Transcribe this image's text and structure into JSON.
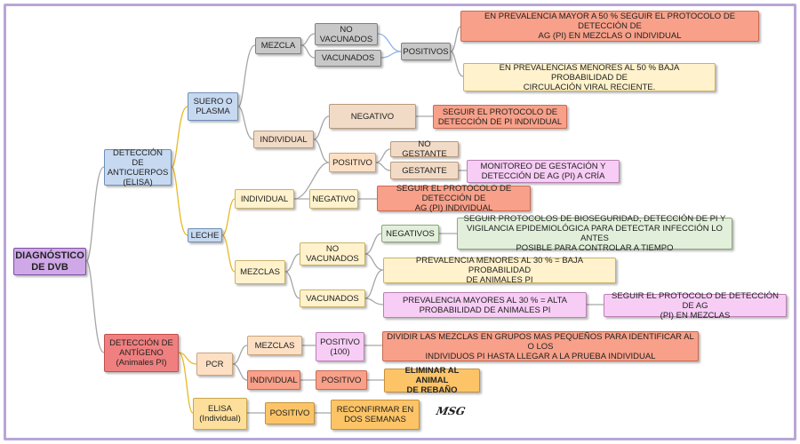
{
  "nodes": {
    "root": "DIAGNÓSTICO\nDE DVB",
    "anticuerpos": "DETECCIÓN DE\nANTICUERPOS\n(ELISA)",
    "antigeno": "DETECCIÓN DE\nANTÍGENO\n(Animales PI)",
    "suero": "SUERO O\nPLASMA",
    "leche": "LECHE",
    "mezcla": "MEZCLA",
    "individual_suero": "INDIVIDUAL",
    "no_vacunados_1": "NO\nVACUNADOS",
    "vacunados_1": "VACUNADOS",
    "positivos_1": "POSITIVOS",
    "protocolo_mezclas": "EN PREVALENCIA MAYOR A 50 % SEGUIR EL PROTOCOLO DE DETECCIÓN DE\nAG (PI) EN MEZCLAS O INDIVIDUAL",
    "prevalencia_menor_50": "EN PREVALENCIAS MENORES AL 50 % BAJA PROBABILIDAD DE\nCIRCULACIÓN VIRAL  RECIENTE.",
    "negativo_1": "NEGATIVO",
    "seguir_pi_individual": "SEGUIR EL PROTOCOLO DE\nDETECCIÓN DE PI INDIVIDUAL",
    "positivo_1": "POSITIVO",
    "no_gestante": "NO GESTANTE",
    "gestante": "GESTANTE",
    "monitoreo": "MONITOREO DE GESTACIÓN Y\nDETECCIÓN DE AG (PI) A CRÍA",
    "individual_leche": "INDIVIDUAL",
    "negativo_2": "NEGATIVO",
    "seguir_ag_individual": "SEGUIR EL PROTOCOLO DE DETECCIÓN DE\nAG (PI) INDIVIDUAL",
    "mezclas_leche": "MEZCLAS",
    "no_vacunados_2": "NO\nVACUNADOS",
    "vacunados_2": "VACUNADOS",
    "negativos_2": "NEGATIVOS",
    "bioseguridad": "SEGUIR PROTOCOLOS DE BIOSEGURIDAD, DETECCIÓN DE PI Y\nVIGILANCIA EPIDEMIOLÓGICA PARA DETECTAR INFECCIÓN LO ANTES\nPOSIBLE PARA CONTROLAR A TIEMPO",
    "prevalencia_menor_30": "PREVALENCIA MENORES AL  30 % = BAJA PROBABILIDAD\nDE ANIMALES PI",
    "prevalencia_mayor_30": "PREVALENCIA MAYORES AL 30 % = ALTA\nPROBABILIDAD DE ANIMALES PI",
    "seguir_ag_mezclas": "SEGUIR EL PROTOCOLO DE DETECCIÓN DE AG\n(PI) EN MEZCLAS",
    "pcr": "PCR",
    "mezclas_pcr": "MEZCLAS",
    "positivo_100": "POSITIVO\n(100)",
    "dividir_mezclas": "DIVIDIR LAS MEZCLAS EN GRUPOS MAS PEQUEÑOS PARA IDENTIFICAR AL O LOS\nINDIVIDUOS PI HASTA LLEGAR A LA PRUEBA INDIVIDUAL",
    "individual_pcr": "INDIVIDUAL",
    "positivo_pcr": "POSITIVO",
    "eliminar": "ELIMINAR AL ANIMAL\nDE REBAÑO",
    "elisa_individual": "ELISA\n(Individual)",
    "positivo_elisa": "POSITIVO",
    "reconfirmar": "RECONFIRMAR EN\nDOS SEMANAS"
  },
  "signature": "MSG",
  "colors": {
    "frame": "#b9a6d6",
    "branch_gray": "#a6a6a6",
    "branch_gold": "#e8b923",
    "branch_blue": "#8fb4e3",
    "branch_red": "#f2a0a0"
  }
}
